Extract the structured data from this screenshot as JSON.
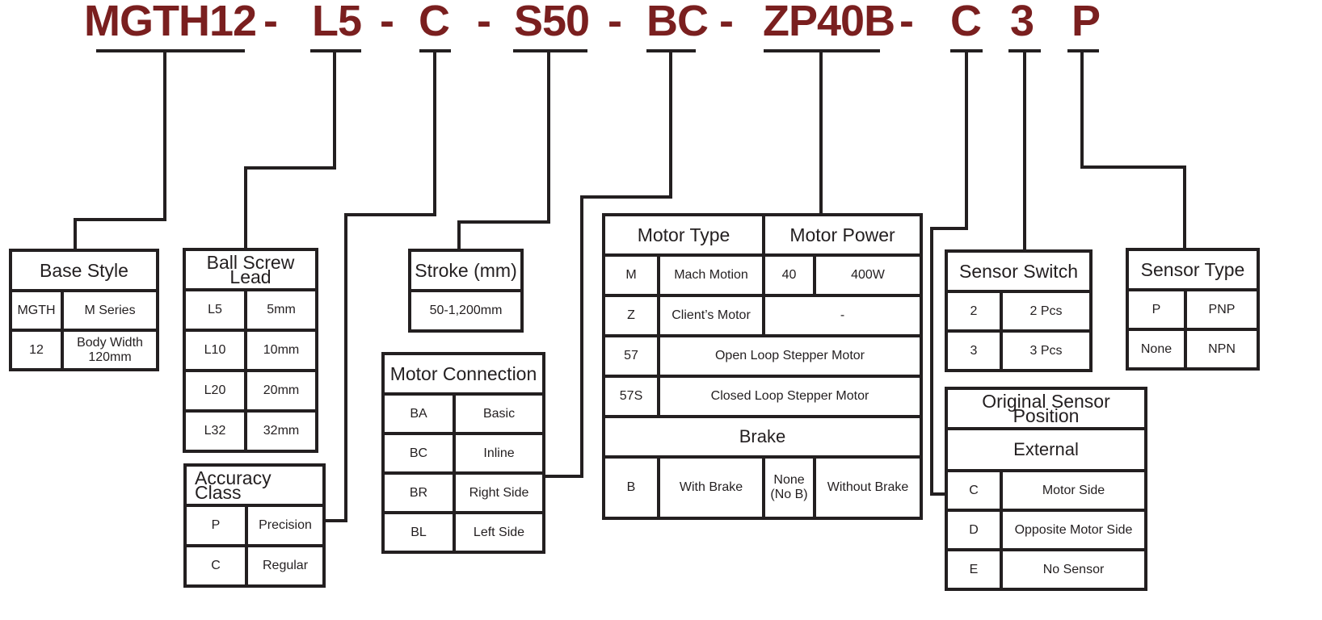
{
  "model_code": {
    "segments": [
      "MGTH12",
      "L5",
      "C",
      "S50",
      "BC",
      "ZP40B",
      "C",
      "3",
      "P"
    ],
    "separators": [
      "-",
      "-",
      "-",
      "-",
      "-",
      "-"
    ],
    "color": "#7a1f1f"
  },
  "base_style": {
    "title": "Base Style",
    "rows": [
      {
        "code": "MGTH",
        "desc": "M Series"
      },
      {
        "code": "12",
        "desc": "Body Width 120mm"
      }
    ]
  },
  "ball_screw_lead": {
    "title": "Ball Screw Lead",
    "rows": [
      {
        "code": "L5",
        "desc": "5mm"
      },
      {
        "code": "L10",
        "desc": "10mm"
      },
      {
        "code": "L20",
        "desc": "20mm"
      },
      {
        "code": "L32",
        "desc": "32mm"
      }
    ]
  },
  "accuracy_class": {
    "title": "Accuracy Class",
    "rows": [
      {
        "code": "P",
        "desc": "Precision"
      },
      {
        "code": "C",
        "desc": "Regular"
      }
    ]
  },
  "stroke": {
    "title": "Stroke (mm)",
    "value": "50-1,200mm"
  },
  "motor_connection": {
    "title": "Motor Connection",
    "rows": [
      {
        "code": "BA",
        "desc": "Basic"
      },
      {
        "code": "BC",
        "desc": "Inline"
      },
      {
        "code": "BR",
        "desc": "Right Side"
      },
      {
        "code": "BL",
        "desc": "Left Side"
      }
    ]
  },
  "motor": {
    "type_title": "Motor Type",
    "power_title": "Motor Power",
    "rows": [
      {
        "code": "M",
        "desc": "Mach Motion",
        "power_code": "40",
        "power": "400W"
      },
      {
        "code": "Z",
        "desc": "Client’s Motor",
        "power": "-"
      },
      {
        "code": "57",
        "desc": "Open Loop Stepper Motor"
      },
      {
        "code": "57S",
        "desc": "Closed Loop Stepper Motor"
      }
    ],
    "brake_title": "Brake",
    "brake": {
      "code": "B",
      "desc": "With Brake",
      "none_code": "None (No B)",
      "none_desc": "Without Brake"
    }
  },
  "sensor_switch": {
    "title": "Sensor Switch",
    "rows": [
      {
        "code": "2",
        "desc": "2 Pcs"
      },
      {
        "code": "3",
        "desc": "3 Pcs"
      }
    ]
  },
  "sensor_type": {
    "title": "Sensor Type",
    "rows": [
      {
        "code": "P",
        "desc": "PNP"
      },
      {
        "code": "None",
        "desc": "NPN"
      }
    ]
  },
  "sensor_position": {
    "title": "Original Sensor Position",
    "subtitle": "External",
    "rows": [
      {
        "code": "C",
        "desc": "Motor Side"
      },
      {
        "code": "D",
        "desc": "Opposite Motor Side"
      },
      {
        "code": "E",
        "desc": "No Sensor"
      }
    ]
  }
}
